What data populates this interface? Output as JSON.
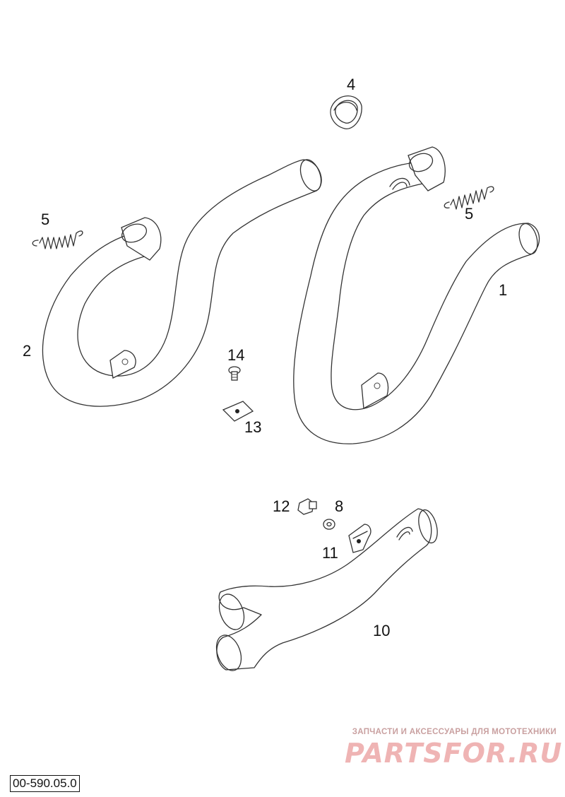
{
  "callouts": {
    "header_pipe_1": "1",
    "header_pipe_2": "2",
    "gasket_4": "4",
    "spring_5_left": "5",
    "spring_5_right": "5",
    "washer_8": "8",
    "y_pipe_10": "10",
    "spring_clip_11": "11",
    "bolt_12": "12",
    "clip_nut_13": "13",
    "screw_14": "14"
  },
  "watermark": {
    "tagline": "ЗАПЧАСТИ И АКСЕССУАРЫ ДЛЯ МОТОТЕХНИКИ",
    "logo": "PARTSFOR.RU"
  },
  "drawing_id": "00-590.05.0",
  "colors": {
    "line": "#333333",
    "watermark": "#efb4b4"
  }
}
